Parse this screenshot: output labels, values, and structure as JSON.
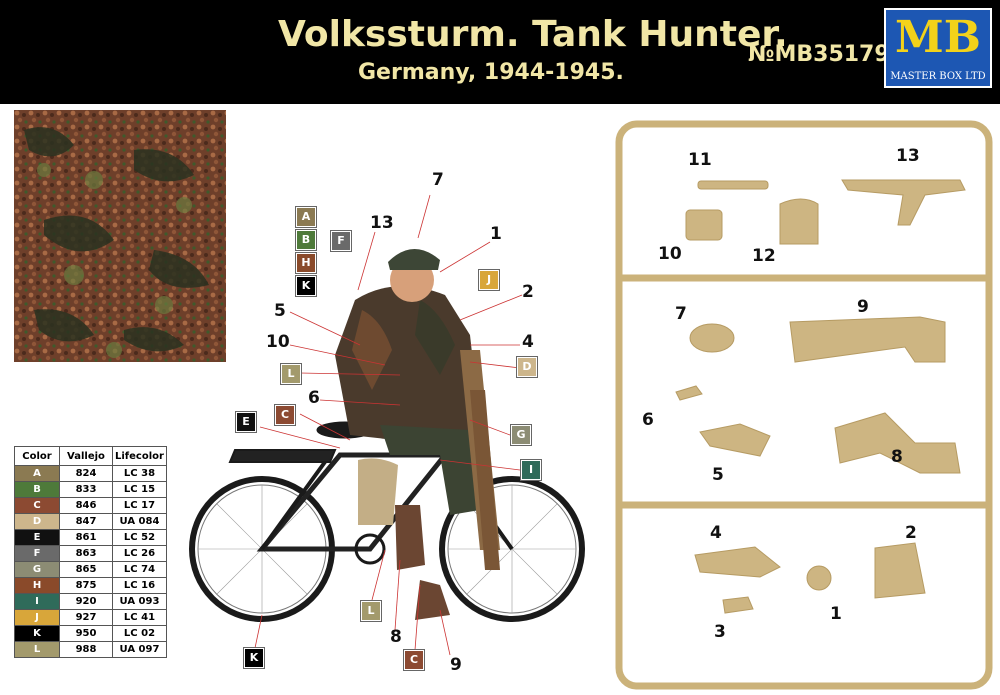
{
  "header": {
    "title": "Volkssturm. Tank Hunter.",
    "subtitle": "Germany, 1944-1945.",
    "code": "№MB35179",
    "logo_mark": "MB",
    "logo_text": "MASTER BOX LTD"
  },
  "color_table": {
    "headers": [
      "Color",
      "Vallejo",
      "Lifecolor"
    ],
    "rows": [
      {
        "letter": "A",
        "vallejo": "824",
        "lifecolor": "LC 38",
        "hex": "#8b7a52"
      },
      {
        "letter": "B",
        "vallejo": "833",
        "lifecolor": "LC 15",
        "hex": "#4e7a3a"
      },
      {
        "letter": "C",
        "vallejo": "846",
        "lifecolor": "LC 17",
        "hex": "#8c4a32"
      },
      {
        "letter": "D",
        "vallejo": "847",
        "lifecolor": "UA 084",
        "hex": "#cdb68c"
      },
      {
        "letter": "E",
        "vallejo": "861",
        "lifecolor": "LC 52",
        "hex": "#111111"
      },
      {
        "letter": "F",
        "vallejo": "863",
        "lifecolor": "LC 26",
        "hex": "#6a6a6a"
      },
      {
        "letter": "G",
        "vallejo": "865",
        "lifecolor": "LC 74",
        "hex": "#8c8c74"
      },
      {
        "letter": "H",
        "vallejo": "875",
        "lifecolor": "LC 16",
        "hex": "#8a4a2a"
      },
      {
        "letter": "I",
        "vallejo": "920",
        "lifecolor": "UA 093",
        "hex": "#2f6b5a"
      },
      {
        "letter": "J",
        "vallejo": "927",
        "lifecolor": "LC 41",
        "hex": "#d8a63a"
      },
      {
        "letter": "K",
        "vallejo": "950",
        "lifecolor": "LC 02",
        "hex": "#000000"
      },
      {
        "letter": "L",
        "vallejo": "988",
        "lifecolor": "UA 097",
        "hex": "#a39a6c"
      }
    ]
  },
  "figure_labels": [
    {
      "id": "A",
      "hex": "#8b7a52"
    },
    {
      "id": "B",
      "hex": "#4e7a3a"
    },
    {
      "id": "H",
      "hex": "#8a4a2a"
    },
    {
      "id": "K",
      "hex": "#000000"
    },
    {
      "id": "F",
      "hex": "#6a6a6a"
    },
    {
      "id": "J",
      "hex": "#d8a63a"
    },
    {
      "id": "D",
      "hex": "#cdb68c"
    },
    {
      "id": "L",
      "hex": "#a39a6c"
    },
    {
      "id": "C",
      "hex": "#8c4a32"
    },
    {
      "id": "E",
      "hex": "#111111"
    },
    {
      "id": "G",
      "hex": "#8c8c74"
    },
    {
      "id": "I",
      "hex": "#2f6b5a"
    },
    {
      "id": "L",
      "hex": "#a39a6c"
    },
    {
      "id": "C",
      "hex": "#8c4a32"
    },
    {
      "id": "K",
      "hex": "#000000"
    }
  ],
  "figure_numbers": [
    "7",
    "13",
    "1",
    "2",
    "5",
    "10",
    "4",
    "6",
    "8",
    "9"
  ],
  "sprue_numbers": [
    "11",
    "13",
    "10",
    "12",
    "7",
    "9",
    "6",
    "5",
    "8",
    "4",
    "2",
    "3",
    "1"
  ]
}
